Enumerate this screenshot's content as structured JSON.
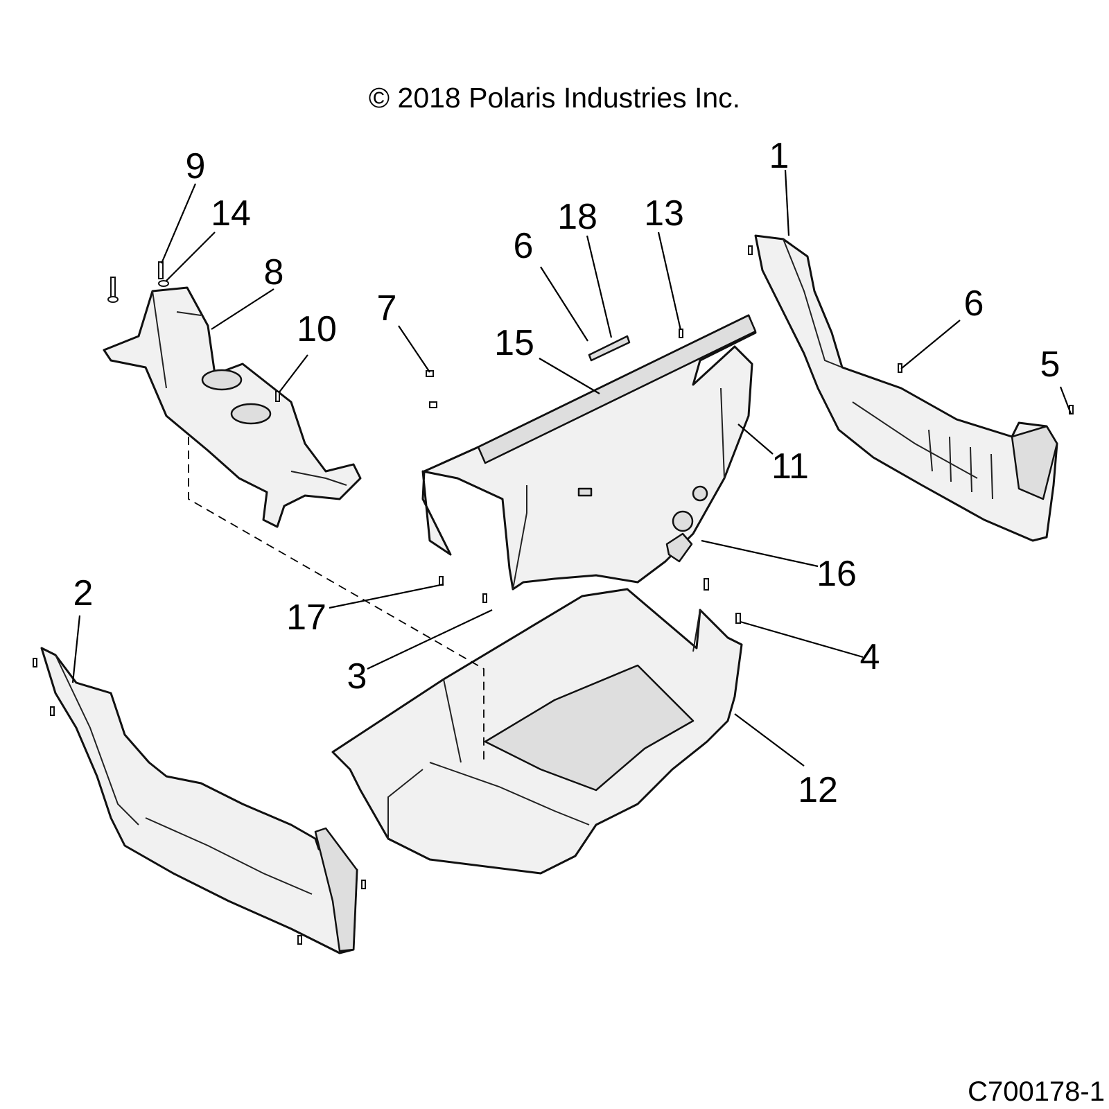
{
  "copyright": "© 2018 Polaris Industries Inc.",
  "drawing_id": "C700178-1",
  "callouts": [
    "1",
    "2",
    "3",
    "4",
    "5",
    "6",
    "6",
    "7",
    "8",
    "9",
    "10",
    "11",
    "12",
    "13",
    "14",
    "15",
    "16",
    "17",
    "18"
  ]
}
